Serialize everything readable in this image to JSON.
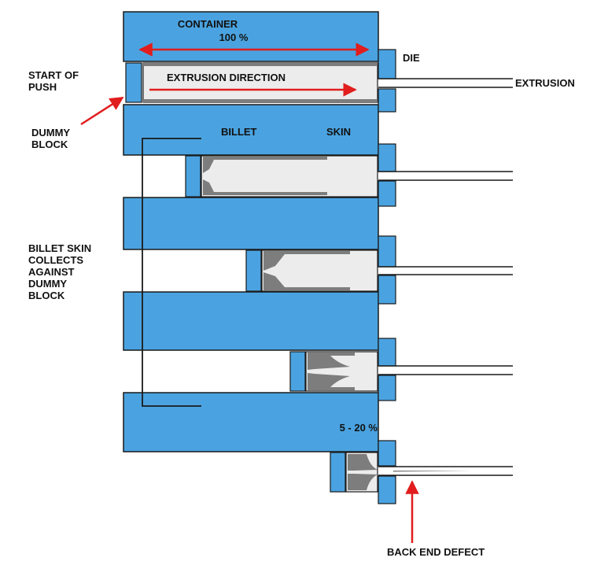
{
  "labels": {
    "container": "CONTAINER",
    "container_pct": "100 %",
    "die": "DIE",
    "start_of_push_1": "START OF",
    "start_of_push_2": "PUSH",
    "extrusion_direction": "EXTRUSION DIRECTION",
    "extrusion": "EXTRUSION",
    "dummy_block_1": "DUMMY",
    "dummy_block_2": "BLOCK",
    "billet": "BILLET",
    "skin": "SKIN",
    "collects_1": "BILLET SKIN",
    "collects_2": "COLLECTS",
    "collects_3": "AGAINST",
    "collects_4": "DUMMY",
    "collects_5": "BLOCK",
    "end_pct": "5 - 20 %",
    "back_end_defect": "BACK END DEFECT"
  },
  "colors": {
    "container_blue": "#4aa3e0",
    "billet_fill": "#ececec",
    "skin_grey": "#7d7d7d",
    "arrow_red": "#e11d1d",
    "outline": "#1a1a1a"
  }
}
